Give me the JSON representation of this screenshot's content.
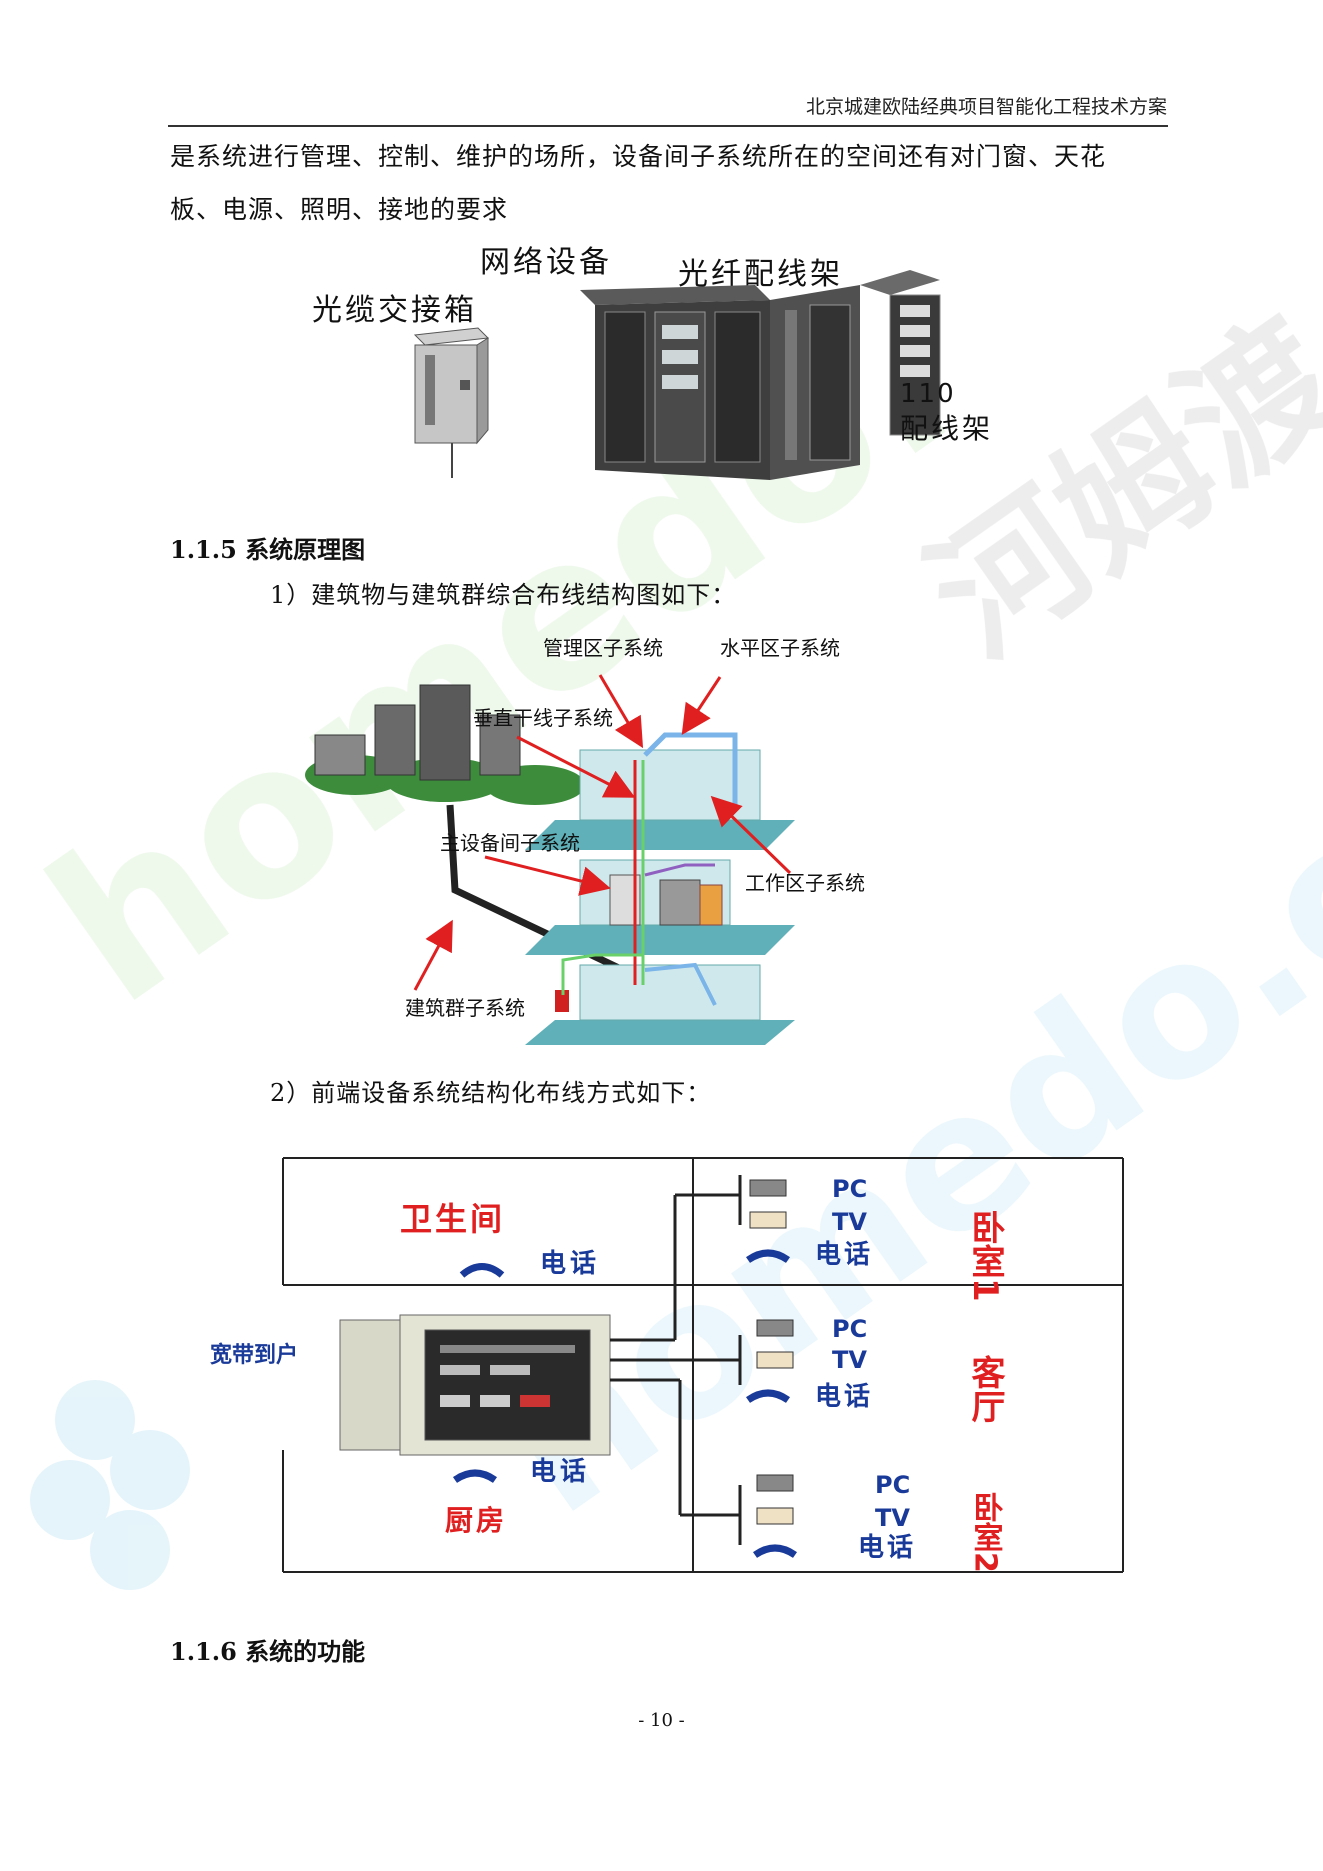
{
  "header": {
    "title": "北京城建欧陆经典项目智能化工程技术方案"
  },
  "intro": {
    "line1": "是系统进行管理、控制、维护的场所，设备间子系统所在的空间还有对门窗、天花",
    "line2": "板、电源、照明、接地的要求"
  },
  "figure_equipment": {
    "label_network": "网络设备",
    "label_fiber": "光纤配线架",
    "label_cable_box": "光缆交接箱",
    "label_110_num": "110",
    "label_110_text": "配线架"
  },
  "section_115": {
    "heading": "1.1.5 系统原理图",
    "item1": "1）建筑物与建筑群综合布线结构图如下：",
    "item2": "2）前端设备系统结构化布线方式如下："
  },
  "figure_building": {
    "mgmt": "管理区子系统",
    "horizontal": "水平区子系统",
    "vertical": "垂直干线子系统",
    "equipment_room": "主设备间子系统",
    "work_area": "工作区子系统",
    "campus": "建筑群子系统"
  },
  "figure_home": {
    "bathroom": "卫生间",
    "phone": "电话",
    "broadband": "宽带到户",
    "kitchen": "厨房",
    "pc": "PC",
    "tv": "TV",
    "bedroom1": "卧室1",
    "living": "客厅",
    "bedroom2": "卧室2"
  },
  "section_116": {
    "heading": "1.1.6 系统的功能"
  },
  "footer": {
    "page": "- 10 -"
  },
  "watermark": {
    "text": "homedo.com",
    "brand": "河姆渡"
  },
  "colors": {
    "accent_red": "#e02020",
    "panel_teal": "#5fb0b8",
    "cable_blue": "#7ab4e8"
  }
}
